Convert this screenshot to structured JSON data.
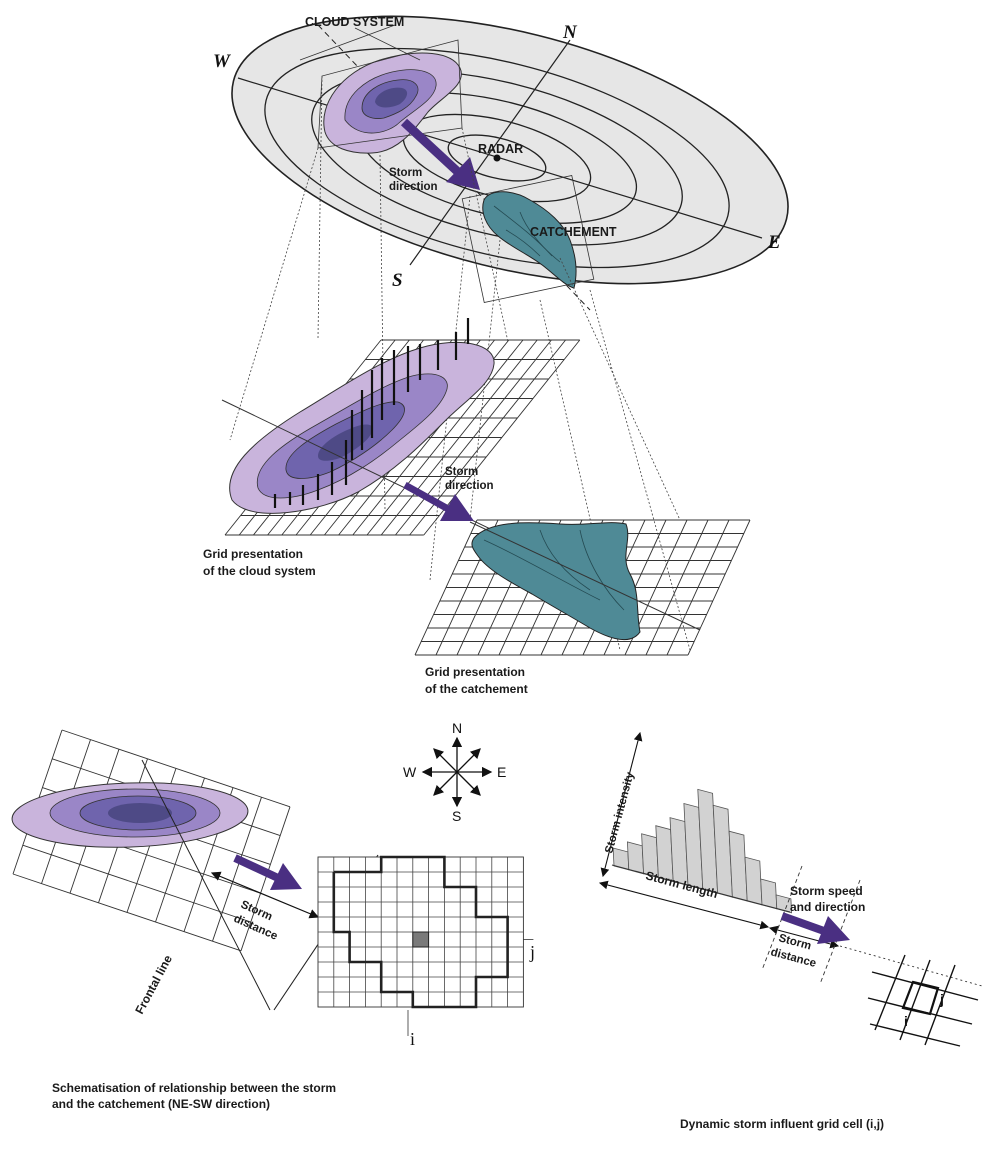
{
  "top": {
    "cloud_system": "CLOUD SYSTEM",
    "radar": "RADAR",
    "catchement": "CATCHEMENT",
    "storm_dir_1": "Storm",
    "storm_dir_2": "direction",
    "compass": {
      "n": "N",
      "s": "S",
      "e": "E",
      "w": "W"
    }
  },
  "middle": {
    "storm_dir_1": "Storm",
    "storm_dir_2": "direction",
    "grid_cloud_1": "Grid presentation",
    "grid_cloud_2": "of the cloud system",
    "grid_catch_1": "Grid presentation",
    "grid_catch_2": "of the catchement"
  },
  "rose": {
    "n": "N",
    "s": "S",
    "e": "E",
    "w": "W"
  },
  "bottom_left": {
    "frontal_line": "Frontal line",
    "storm_distance_1": "Storm",
    "storm_distance_2": "distance",
    "idx_i": "i",
    "idx_j": "j",
    "caption_1": "Schematisation of relationship between the storm",
    "caption_2": "and the catchement (NE-SW direction)"
  },
  "bottom_right": {
    "storm_intensity": "Storm intensity",
    "storm_length": "Storm length",
    "storm_speed_1": "Storm speed",
    "storm_speed_2": "and direction",
    "storm_distance_1": "Storm",
    "storm_distance_2": "distance",
    "idx_i": "i",
    "idx_j": "j",
    "caption": "Dynamic storm influent grid cell (i,j)"
  },
  "colors": {
    "cloud_outer": "#c9b4dc",
    "cloud_mid": "#9a86c7",
    "cloud_inner": "#6f64ad",
    "cloud_core": "#4e4a86",
    "catchment": "#4f8a96",
    "arrow": "#4a2f82",
    "ellipse": "#e6e6e6",
    "bar": "#d2d2d2"
  }
}
